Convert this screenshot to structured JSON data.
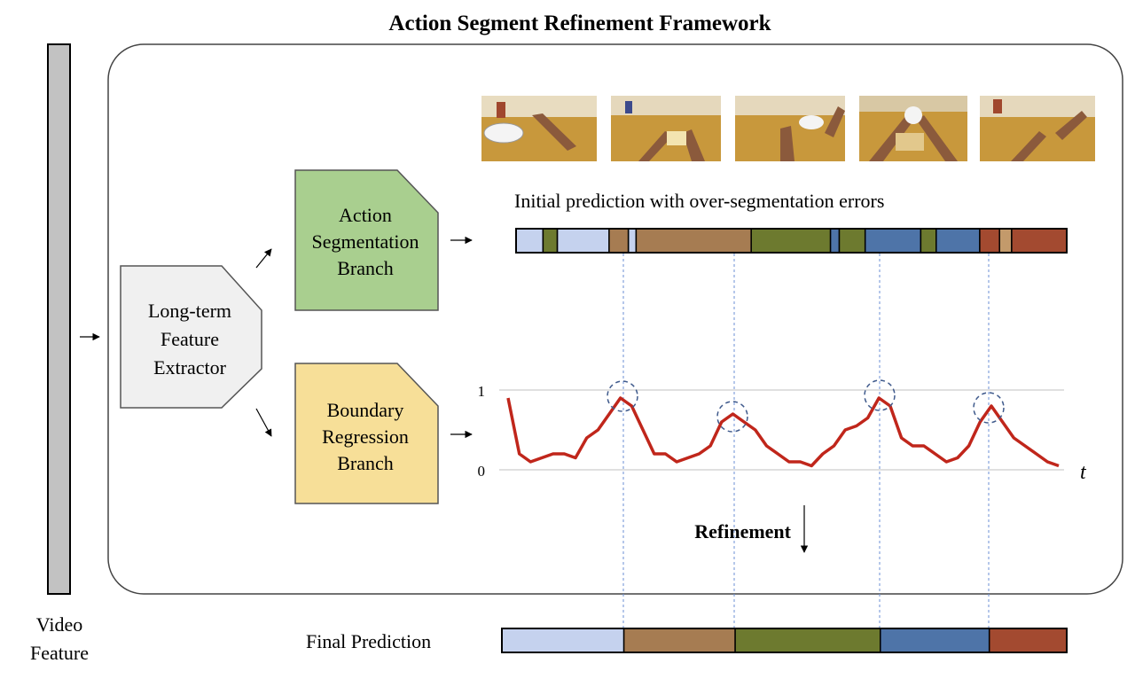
{
  "title": "Action Segment Refinement Framework",
  "video_feature_label": [
    "Video",
    "Feature"
  ],
  "extractor_label": [
    "Long-term",
    "Feature",
    "Extractor"
  ],
  "segmentation_branch_label": [
    "Action",
    "Segmentation",
    "Branch"
  ],
  "boundary_branch_label": [
    "Boundary",
    "Regression",
    "Branch"
  ],
  "initial_prediction_label": "Initial prediction with over-segmentation errors",
  "refinement_label": "Refinement",
  "final_prediction_label": "Final Prediction",
  "axis": {
    "tick_1": "1",
    "tick_0": "0",
    "time_label": "t"
  },
  "colors": {
    "light_blue": "#c5d2ee",
    "brown": "#a67c52",
    "olive": "#6d7a2f",
    "blue": "#4e74a8",
    "rust": "#a34a30",
    "tan": "#c39a6b",
    "curve": "#c0261b",
    "guide": "#6b8fd6",
    "green_box": "#a9cf8f",
    "yellow_box": "#f7df98",
    "gray_box": "#f0f0f0",
    "feature_bar": "#c2c2c2"
  },
  "initial_segments": [
    {
      "color": "#c5d2ee",
      "span": [
        0.0,
        0.049
      ]
    },
    {
      "color": "#6d7a2f",
      "span": [
        0.049,
        0.075
      ]
    },
    {
      "color": "#c5d2ee",
      "span": [
        0.075,
        0.169
      ]
    },
    {
      "color": "#a67c52",
      "span": [
        0.169,
        0.204
      ]
    },
    {
      "color": "#c5d2ee",
      "span": [
        0.204,
        0.218
      ]
    },
    {
      "color": "#a67c52",
      "span": [
        0.218,
        0.427
      ]
    },
    {
      "color": "#6d7a2f",
      "span": [
        0.427,
        0.571
      ]
    },
    {
      "color": "#4e74a8",
      "span": [
        0.571,
        0.587
      ]
    },
    {
      "color": "#6d7a2f",
      "span": [
        0.587,
        0.634
      ]
    },
    {
      "color": "#4e74a8",
      "span": [
        0.634,
        0.735
      ]
    },
    {
      "color": "#6d7a2f",
      "span": [
        0.735,
        0.763
      ]
    },
    {
      "color": "#4e74a8",
      "span": [
        0.763,
        0.842
      ]
    },
    {
      "color": "#a34a30",
      "span": [
        0.842,
        0.878
      ]
    },
    {
      "color": "#c39a6b",
      "span": [
        0.878,
        0.9
      ]
    },
    {
      "color": "#a34a30",
      "span": [
        0.9,
        1.0
      ]
    }
  ],
  "final_segments": [
    {
      "color": "#c5d2ee",
      "span": [
        0.0,
        0.216
      ]
    },
    {
      "color": "#a67c52",
      "span": [
        0.216,
        0.413
      ]
    },
    {
      "color": "#6d7a2f",
      "span": [
        0.413,
        0.67
      ]
    },
    {
      "color": "#4e74a8",
      "span": [
        0.67,
        0.863
      ]
    },
    {
      "color": "#a34a30",
      "span": [
        0.863,
        1.0
      ]
    }
  ],
  "boundary_curve": [
    0.9,
    0.2,
    0.1,
    0.15,
    0.2,
    0.2,
    0.15,
    0.4,
    0.5,
    0.7,
    0.9,
    0.8,
    0.5,
    0.2,
    0.2,
    0.1,
    0.15,
    0.2,
    0.3,
    0.6,
    0.7,
    0.6,
    0.5,
    0.3,
    0.2,
    0.1,
    0.1,
    0.05,
    0.2,
    0.3,
    0.5,
    0.55,
    0.65,
    0.9,
    0.8,
    0.4,
    0.3,
    0.3,
    0.2,
    0.1,
    0.15,
    0.3,
    0.6,
    0.8,
    0.6,
    0.4,
    0.3,
    0.2,
    0.1,
    0.05
  ]
}
